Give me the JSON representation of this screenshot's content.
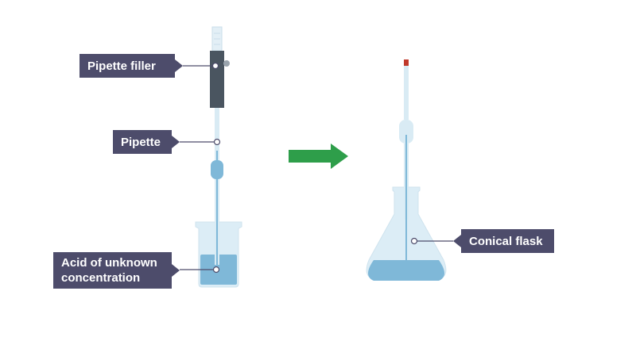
{
  "labels": {
    "pipette_filler": "Pipette filler",
    "pipette": "Pipette",
    "acid": "Acid of unknown\nconcentration",
    "conical_flask": "Conical flask"
  },
  "colors": {
    "label_bg": "#4d4c6b",
    "glass": "#d9ebf4",
    "liquid": "#7fb8d8",
    "filler": "#4a5560",
    "arrow": "#2e9e4a",
    "marker": "#c0392b"
  },
  "icons": {
    "process_arrow": "right-arrow-icon",
    "filler_wheel": "gear-icon"
  }
}
